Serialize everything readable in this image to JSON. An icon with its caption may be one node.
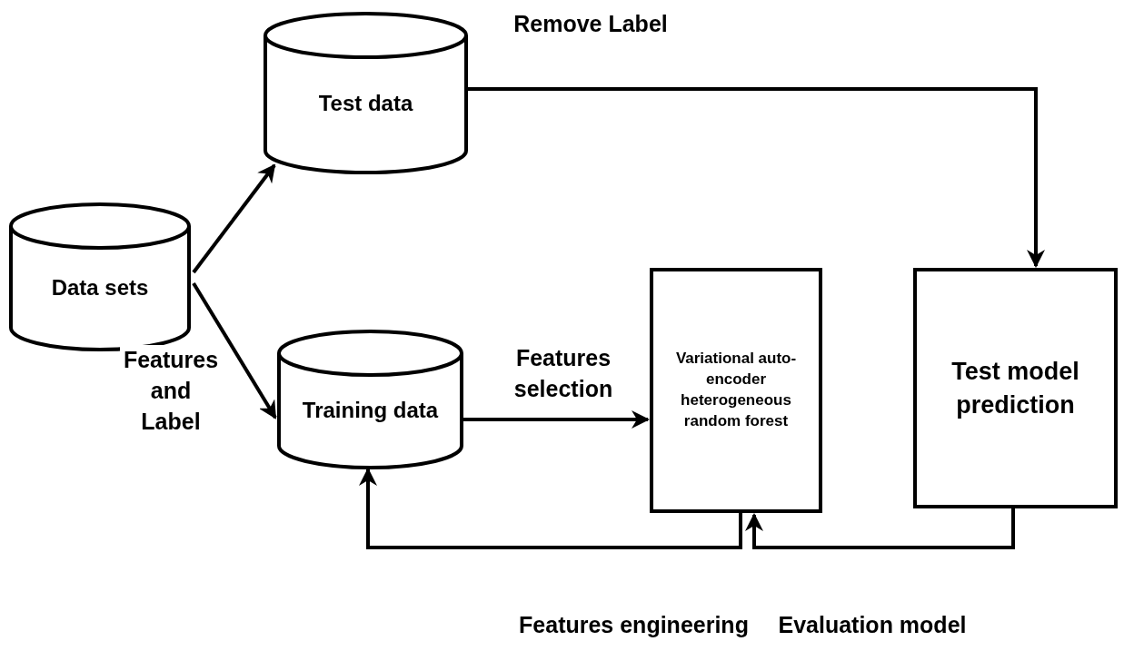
{
  "diagram": {
    "nodes": [
      {
        "text": [
          "Data sets"
        ]
      },
      {
        "text": [
          "Test data"
        ]
      },
      {
        "text": [
          "Training data"
        ]
      },
      {
        "text": [
          "Variational auto-encoder heterogeneous random forest"
        ]
      },
      {
        "text": [
          "Test model prediction"
        ]
      }
    ],
    "edges": [
      {
        "from": 0,
        "to": 1,
        "arrow": "to"
      },
      {
        "from": 0,
        "to": 2,
        "arrow": "to",
        "label": "Features and Label"
      },
      {
        "from": 1,
        "to": 4,
        "arrow": "to",
        "label": "Remove Label"
      },
      {
        "from": 2,
        "to": 3,
        "arrow": "to",
        "label": "Features selection"
      },
      {
        "from": 3,
        "to": 2,
        "arrow": "to",
        "label": "Features engineering"
      },
      {
        "from": 4,
        "to": 3,
        "arrow": "to",
        "label": "Evaluation model"
      }
    ]
  }
}
